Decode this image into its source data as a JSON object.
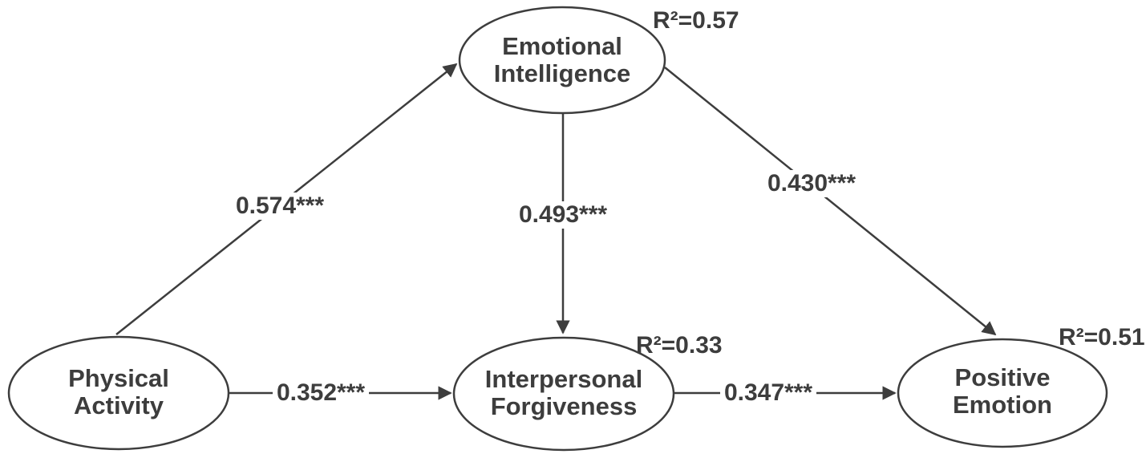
{
  "diagram": {
    "kind": "structural-equation-path-model",
    "colors": {
      "ink": "#3d3d3d",
      "background": "#ffffff"
    },
    "nodes": [
      {
        "id": "physical-activity",
        "line1": "Physical",
        "line2": "Activity",
        "r_squared": ""
      },
      {
        "id": "emotional-intelligence",
        "line1": "Emotional",
        "line2": "Intelligence",
        "r_squared": "R²=0.57"
      },
      {
        "id": "interpersonal-forgiveness",
        "line1": "Interpersonal",
        "line2": "Forgiveness",
        "r_squared": "R²=0.33"
      },
      {
        "id": "positive-emotion",
        "line1": "Positive",
        "line2": "Emotion",
        "r_squared": "R²=0.51"
      }
    ],
    "paths": [
      {
        "from": "Physical Activity",
        "to": "Emotional Intelligence",
        "coefficient": "0.574***"
      },
      {
        "from": "Physical Activity",
        "to": "Interpersonal Forgiveness",
        "coefficient": "0.352***"
      },
      {
        "from": "Emotional Intelligence",
        "to": "Interpersonal Forgiveness",
        "coefficient": "0.493***"
      },
      {
        "from": "Emotional Intelligence",
        "to": "Positive Emotion",
        "coefficient": "0.430***"
      },
      {
        "from": "Interpersonal Forgiveness",
        "to": "Positive Emotion",
        "coefficient": "0.347***"
      }
    ]
  }
}
